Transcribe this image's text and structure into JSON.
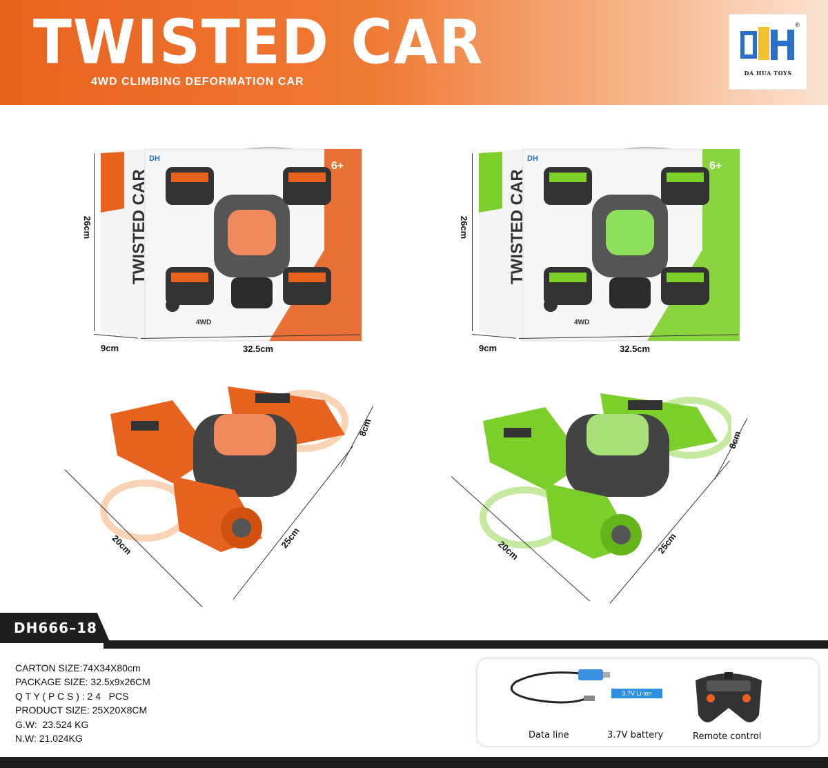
{
  "header": {
    "title": "TWISTED CAR",
    "subtitle": "4WD CLIMBING DEFORMATION CAR",
    "logo_text": "DA HUA TOYS",
    "logo_mark": "DH",
    "registered": "®"
  },
  "packages": [
    {
      "color": "#e8621f",
      "height_label": "26cm",
      "depth_label": "9cm",
      "width_label": "32.5cm",
      "box_title": "TWISTED CAR",
      "age_badge": "6+",
      "brand_badge": "DH",
      "feature_badge": "4WD"
    },
    {
      "color": "#7ccf2a",
      "height_label": "26cm",
      "depth_label": "9cm",
      "width_label": "32.5cm",
      "box_title": "TWISTED CAR",
      "age_badge": "6+",
      "brand_badge": "DH",
      "feature_badge": "4WD"
    }
  ],
  "products": [
    {
      "color": "#e8621f",
      "length_label": "25cm",
      "width_label": "20cm",
      "height_label": "8cm"
    },
    {
      "color": "#7ccf2a",
      "length_label": "25cm",
      "width_label": "20cm",
      "height_label": "8cm"
    }
  ],
  "model": "DH666–18",
  "specs": [
    "CARTON SIZE:74X34X80cm",
    "PACKAGE SIZE: 32.5x9x26CM",
    "Q T Y ( P C S ) : 2 4   PCS",
    "PRODUCT SIZE: 25X20X8CM",
    "G.W:  23.524 KG",
    "N.W: 21.024KG"
  ],
  "accessories": {
    "data_line": "Data line",
    "battery_tag": "3.7V Li-ion",
    "battery": "3.7V battery",
    "remote": "Remote control"
  }
}
